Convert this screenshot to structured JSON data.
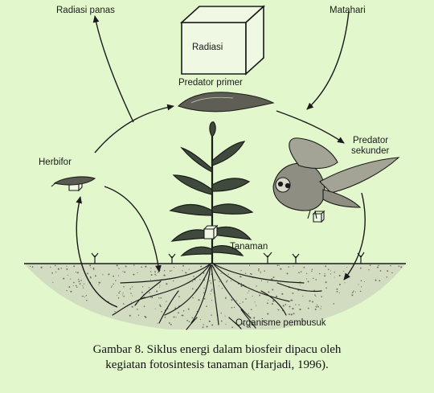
{
  "labels": {
    "radiasi_panas": "Radiasi panas",
    "matahari": "Matahari",
    "radiasi": "Radiasi",
    "predator_primer": "Predator primer",
    "predator_sekunder_1": "Predator",
    "predator_sekunder_2": "sekunder",
    "herbifor": "Herbifor",
    "tanaman": "Tanaman",
    "organisme_pembusuk": "Organisme pembusuk"
  },
  "caption": {
    "line1": "Gambar 8.  Siklus energi dalam biosfeir dipacu oleh",
    "line2": "kegiatan fotosintesis tanaman (Harjadi, 1996)."
  },
  "colors": {
    "background": "#e3f7cc",
    "ink": "#1b1b1b",
    "soil": "#9aa08c"
  },
  "icons": [
    "cube",
    "predator-primer-animal",
    "owl",
    "herbivore-insect",
    "corn-plant",
    "roots",
    "soil",
    "weeds"
  ]
}
